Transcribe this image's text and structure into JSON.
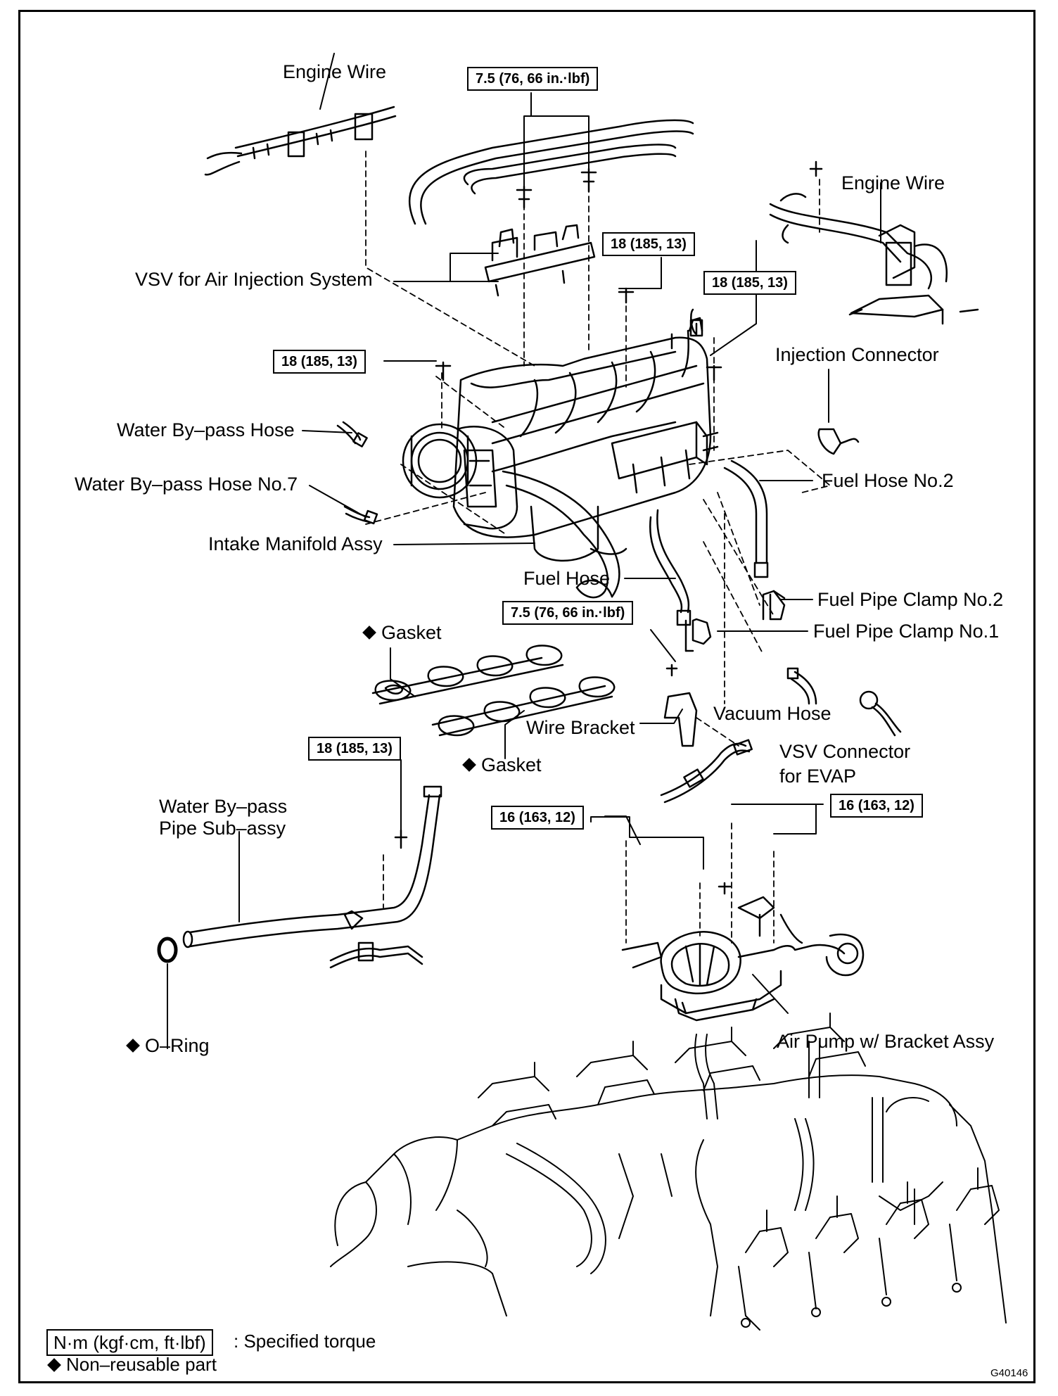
{
  "labels": {
    "engine_wire_top": "Engine Wire",
    "engine_wire_right": "Engine Wire",
    "vsv_air_injection": "VSV for Air Injection System",
    "injection_connector": "Injection Connector",
    "water_bypass_hose": "Water By–pass Hose",
    "water_bypass_hose_no7": "Water By–pass Hose No.7",
    "fuel_hose_no2": "Fuel Hose No.2",
    "intake_manifold": "Intake Manifold Assy",
    "fuel_hose": "Fuel Hose",
    "fuel_pipe_clamp_no2": "Fuel Pipe Clamp No.2",
    "fuel_pipe_clamp_no1": "Fuel Pipe Clamp No.1",
    "gasket_upper": "Gasket",
    "gasket_lower": "Gasket",
    "wire_bracket": "Wire Bracket",
    "vacuum_hose": "Vacuum Hose",
    "vsv_connector_line1": "VSV Connector",
    "vsv_connector_line2": "for EVAP",
    "water_bypass_pipe_line1": "Water By–pass",
    "water_bypass_pipe_line2": "Pipe Sub–assy",
    "o_ring": "O–Ring",
    "air_pump": "Air Pump w/ Bracket Assy"
  },
  "torques": {
    "vsv_bolts": "7.5 (76, 66 in.·lbf)",
    "manifold_center": "18 (185, 13)",
    "manifold_right": "18 (185, 13)",
    "manifold_left": "18 (185, 13)",
    "bracket_bolt": "7.5 (76, 66 in.·lbf)",
    "pipe_bolt": "18 (185, 13)",
    "pump_left": "16 (163, 12)",
    "pump_right": "16 (163, 12)"
  },
  "legend": {
    "torque_unit": "N·m (kgf·cm, ft·lbf)",
    "torque_desc": ": Specified torque",
    "non_reusable": "Non–reusable part"
  },
  "figure_code": "G40146"
}
